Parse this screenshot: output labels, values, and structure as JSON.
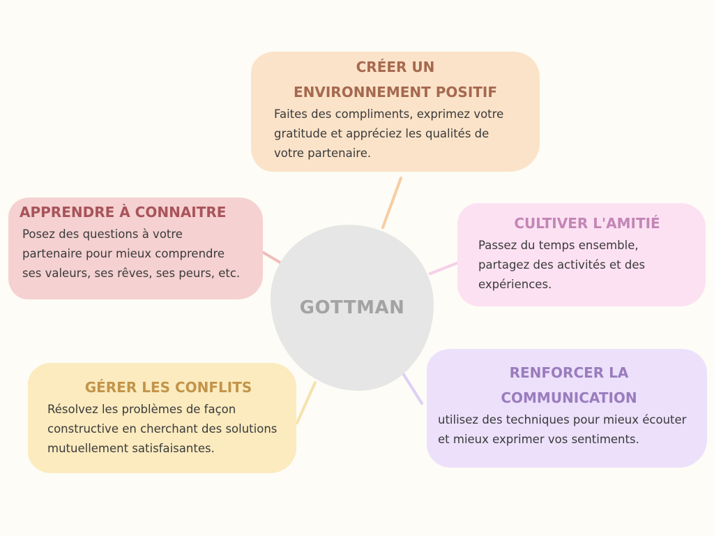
{
  "center": {
    "label": "GOTTMAN"
  },
  "nodes": {
    "environnement": {
      "title": "CRÉER UN\nENVIRONNEMENT POSITIF",
      "text": "Faites des compliments, exprimez votre\ngratitude et appréciez les qualités de\nvotre partenaire.",
      "fill": "#fbe3c9",
      "title_color": "#a5694f",
      "link_color": "#f7cda3"
    },
    "connaitre": {
      "title": "APPRENDRE À CONNAITRE",
      "text": "Posez des questions à votre\npartenaire pour mieux comprendre\nses valeurs, ses rêves, ses peurs, etc.",
      "fill": "#f5d1d1",
      "title_color": "#a8535a",
      "link_color": "#f1bcbc"
    },
    "amitie": {
      "title": "CULTIVER L'AMITIÉ",
      "text": "Passez du temps ensemble,\npartagez des activités et des\nexpériences.",
      "fill": "#fce1f2",
      "title_color": "#c286b6",
      "link_color": "#f6cfe8"
    },
    "communication": {
      "title": "RENFORCER LA\nCOMMUNICATION",
      "text": "utilisez des techniques pour mieux écouter\net mieux exprimer vos sentiments.",
      "fill": "#ece0fb",
      "title_color": "#9a7cbd",
      "link_color": "#ddd0f5"
    },
    "conflits": {
      "title": "GÉRER LES CONFLITS",
      "text": "Résolvez les problèmes de façon\nconstructive en cherchant des solutions\nmutuellement satisfaisantes.",
      "fill": "#fbebbf",
      "title_color": "#c2944a",
      "link_color": "#f6e2ae"
    }
  }
}
